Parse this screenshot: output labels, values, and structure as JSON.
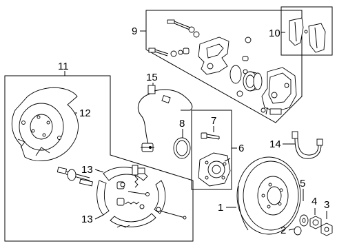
{
  "callouts": {
    "c1": "1",
    "c2": "2",
    "c3": "3",
    "c4": "4",
    "c5": "5",
    "c6": "6",
    "c7": "7",
    "c8": "8",
    "c9": "9",
    "c10": "10",
    "c11": "11",
    "c12": "12",
    "c13a": "13",
    "c13b": "13",
    "c14": "14",
    "c15": "15"
  }
}
